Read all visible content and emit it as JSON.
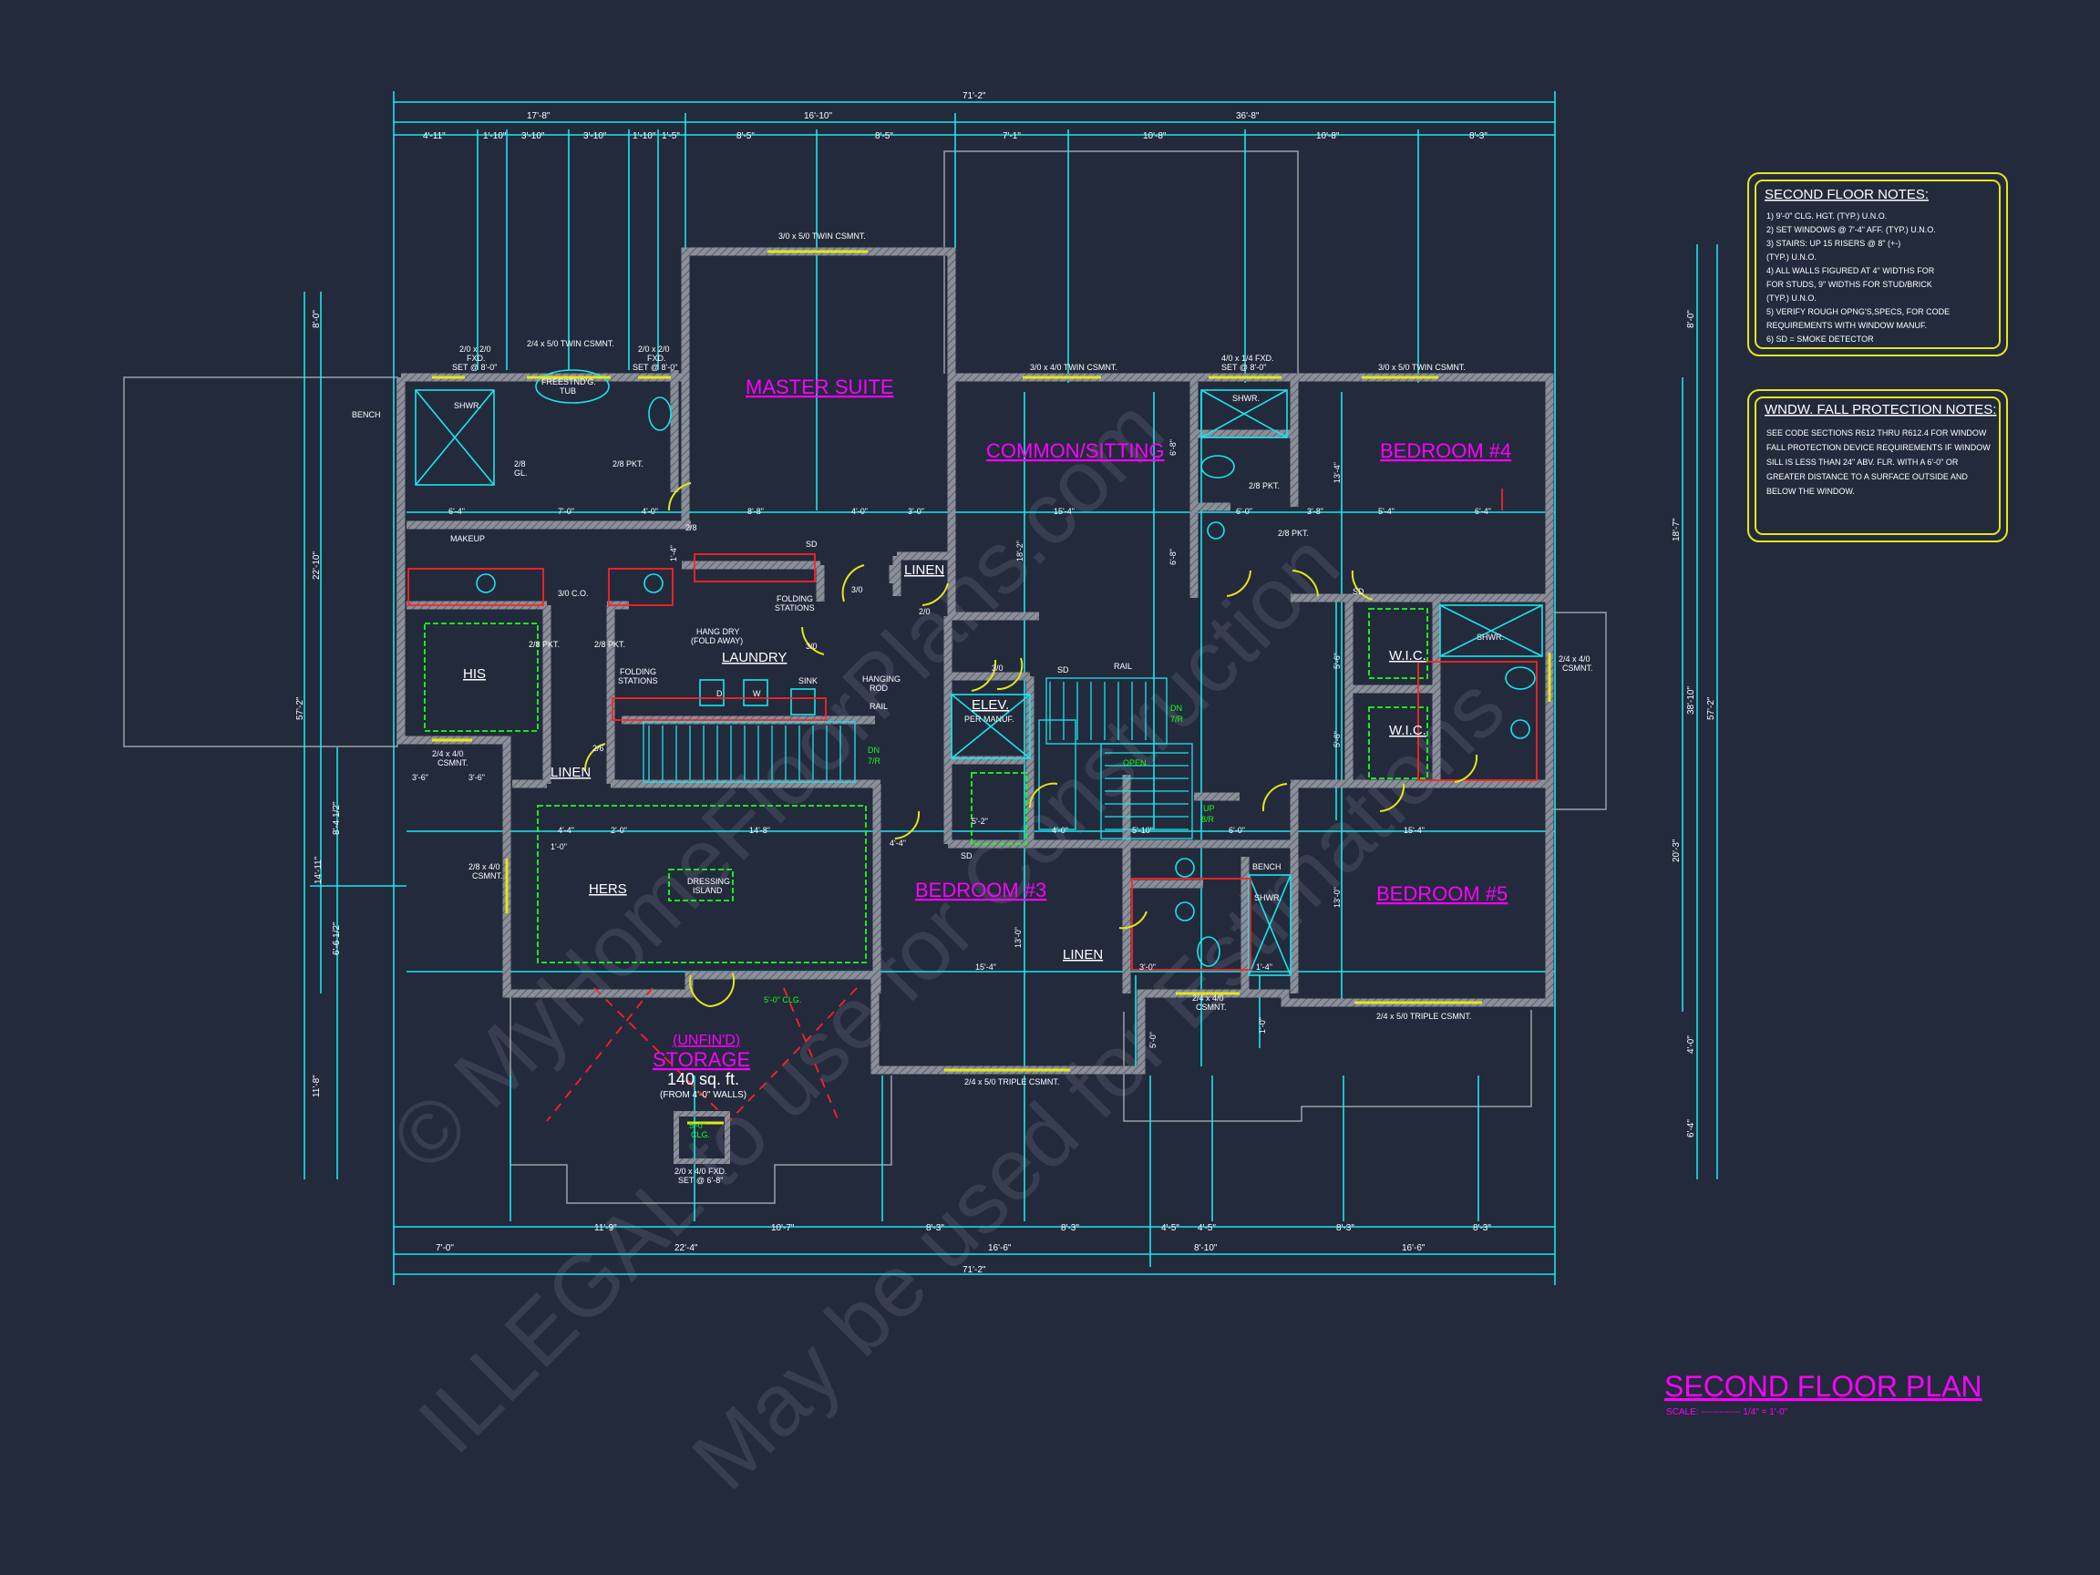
{
  "colors": {
    "background": "#222a3c",
    "dimension": "#19e6ee",
    "wall": "#c8c8c8",
    "room_label": "#ff00ff",
    "notes_border": "#e6e619",
    "green": "#19ff19",
    "red": "#ff2222",
    "watermark": "#5a6070"
  },
  "title": {
    "main": "SECOND FLOOR PLAN",
    "scale": "SCALE: ------------- 1/4\" = 1'-0\""
  },
  "notes": {
    "second_floor": {
      "heading": "SECOND FLOOR NOTES:",
      "items": [
        "1) 9'-0\" CLG. HGT. (TYP.) U.N.O.",
        "2) SET WINDOWS @ 7'-4\" AFF. (TYP.) U.N.O.",
        "3) STAIRS: UP 15 RISERS @ 8\" (+-)",
        "   (TYP.) U.N.O.",
        "4) ALL WALLS FIGURED AT 4\" WIDTHS FOR",
        "   FOR STUDS, 9\" WIDTHS FOR STUD/BRICK",
        "   (TYP.) U.N.O.",
        "5) VERIFY ROUGH OPNG'S,SPECS, FOR CODE",
        "   REQUIREMENTS WITH WINDOW MANUF.",
        "6) SD = SMOKE DETECTOR"
      ]
    },
    "fall_protection": {
      "heading": "WNDW. FALL PROTECTION NOTES:",
      "items": [
        "SEE CODE SECTIONS R612 THRU R612.4 FOR WINDOW",
        "FALL PROTECTION DEVICE REQUIREMENTS IF WINDOW",
        "SILL IS LESS THAN 24\" ABV. FLR. WITH A 6'-0\" OR",
        "GREATER DISTANCE TO A SURFACE OUTSIDE AND",
        "BELOW THE WINDOW."
      ]
    }
  },
  "rooms": {
    "master_suite": "MASTER SUITE",
    "common_sitting": "COMMON/SITTING",
    "bedroom4": "BEDROOM #4",
    "bedroom3": "BEDROOM #3",
    "bedroom5": "BEDROOM #5",
    "his": "HIS",
    "hers": "HERS",
    "laundry": "LAUNDRY",
    "linen1": "LINEN",
    "linen2": "LINEN",
    "linen3": "LINEN",
    "wic1": "W.I.C.",
    "wic2": "W.I.C.",
    "storage_unfin": "(UNFIN'D)",
    "storage": "STORAGE",
    "storage_area": "140 sq. ft.",
    "storage_note": "(FROM 4'-0\" WALLS)",
    "elev": "ELEV.",
    "elev_note": "PER MANUF."
  },
  "labels": {
    "win_master_top": "3/0 x 5/0 TWIN CSMNT.",
    "win_common": "3/0 x 4/0 TWIN CSMNT.",
    "win_bath4": "4/0 x 1/4 FXD.",
    "win_bath4_set": "SET @ 8'-0\"",
    "win_bed4": "3/0 x 5/0 TWIN CSMNT.",
    "win_tub": "2/4 x 5/0 TWIN CSMNT.",
    "win_shwr_a": "2/0 x 2/0",
    "win_shwr_b": "FXD.",
    "win_shwr_c": "SET @ 8'-0\"",
    "win_wc_a": "2/0 x 2/0",
    "win_wc_b": "FXD.",
    "win_wc_c": "SET @ 8'-0\"",
    "win_his_a": "2/4 x 4/0",
    "win_his_b": "CSMNT.",
    "win_hers_a": "2/8 x 4/0",
    "win_hers_b": "CSMNT.",
    "win_bed3": "2/4 x 5/0 TRIPLE CSMNT.",
    "win_bed5": "2/4 x 5/0 TRIPLE CSMNT.",
    "win_bath5_a": "2/4 x 4/0",
    "win_bath5_b": "CSMNT.",
    "win_right_a": "2/4 x 4/0",
    "win_right_b": "CSMNT.",
    "win_storage_a": "2/0 x 4/0 FXD.",
    "win_storage_b": "SET @ 6'-8\"",
    "bench1": "BENCH",
    "bench2": "BENCH",
    "shwr1": "SHWR.",
    "shwr2": "SHWR.",
    "shwr3": "SHWR.",
    "shwr4": "SHWR.",
    "tub_a": "FREESTND'G.",
    "tub_b": "TUB",
    "makeup": "MAKEUP",
    "gl": "2/8",
    "gl2": "GL.",
    "pkt1": "2/8 PKT.",
    "pkt2": "2/8 PKT.",
    "pkt3": "2/8 PKT.",
    "pkt4": "2/8 PKT.",
    "pkt5": "2/8 PKT.",
    "co": "3/0 C.O.",
    "hang_dry_a": "HANG DRY",
    "hang_dry_b": "(FOLD AWAY)",
    "folding1_a": "FOLDING",
    "folding1_b": "STATIONS",
    "folding2_a": "FOLDING",
    "folding2_b": "STATIONS",
    "sink": "SINK",
    "hanging_rod_a": "HANGING",
    "hanging_rod_b": "ROD",
    "rail1": "RAIL",
    "rail2": "RAIL",
    "washer": "W",
    "dryer": "D",
    "dressing_a": "DRESSING",
    "dressing_b": "ISLAND",
    "open": "OPEN",
    "dn1": "DN",
    "dn1b": "7/R",
    "dn2": "DN",
    "dn2b": "7/R",
    "up": "UP",
    "upb": "8/R",
    "clg": "5'-0\" CLG.",
    "clg_storage_a": "5'-0\"",
    "clg_storage_b": "CLG.",
    "sd": "SD",
    "door_30a": "3/0",
    "door_30b": "3/0",
    "door_30c": "3/0",
    "door_20": "2/0",
    "door_28": "2/8",
    "door_26": "2/6"
  },
  "dimensions": {
    "overall_top": "71'-2\"",
    "top_row2": [
      "17'-8\"",
      "16'-10\"",
      "36'-8\""
    ],
    "top_row3": [
      "4'-11\"",
      "1'-10\"",
      "3'-10\"",
      "3'-10\"",
      "1'-10\"",
      "1'-5\"",
      "8'-5\"",
      "8'-5\"",
      "7'-1\"",
      "10'-8\"",
      "10'-8\"",
      "8'-3\""
    ],
    "overall_bottom": "71'-2\"",
    "bottom_row2": [
      "7'-0\"",
      "22'-4\"",
      "16'-6\"",
      "8'-10\"",
      "16'-6\""
    ],
    "bottom_row3": [
      "11'-9\"",
      "10'-7\"",
      "8'-3\"",
      "8'-3\"",
      "4'-5\"",
      "4'-5\"",
      "8'-3\"",
      "8'-3\""
    ],
    "left": [
      "8'-0\"",
      "22'-10\"",
      "57'-2\"",
      "8'-4 1/2\"",
      "14'-11\"",
      "6'-6 1/2\"",
      "11'-8\""
    ],
    "right": [
      "8'-0\"",
      "18'-7\"",
      "38'-10\"",
      "57'-2\"",
      "20'-3\"",
      "4'-0\"",
      "6'-4\""
    ],
    "interior": [
      "6'-4\"",
      "7'-0\"",
      "4'-0\"",
      "8'-8\"",
      "4'-0\"",
      "3'-0\"",
      "15'-4\"",
      "6'-0\"",
      "3'-8\"",
      "5'-4\"",
      "6'-4\"",
      "3'-6\"",
      "3'-6\"",
      "4'-4\"",
      "2'-0\"",
      "14'-8\"",
      "1'-0\"",
      "4'-4\"",
      "5'-2\"",
      "4'-0\"",
      "5'-10\"",
      "6'-0\"",
      "15'-4\"",
      "15'-4\"",
      "3'-0\"",
      "1'-4\"",
      "13'-0\"",
      "13'-0\"",
      "18'-2\"",
      "13'-4\"",
      "5'-6\"",
      "5'-6\"",
      "6'-8\"",
      "6'-8\"",
      "1'-4\"",
      "5'-0\"",
      "1'-0\""
    ]
  },
  "watermark": {
    "line1": "© MyHomeFloorPlans.com",
    "line2": "ILLEGAL to use for Construction",
    "line3": "May be used for Estimations"
  }
}
